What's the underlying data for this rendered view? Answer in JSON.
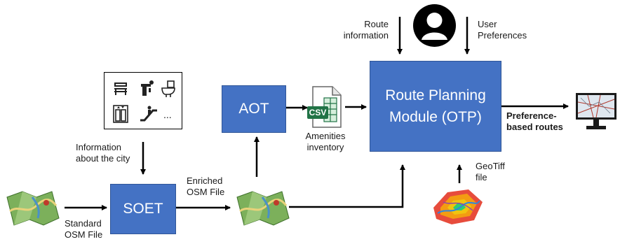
{
  "nodes": {
    "aot": "AOT",
    "soet": "SOET",
    "route_planning": "Route Planning\nModule (OTP)"
  },
  "labels": {
    "route_information": "Route\ninformation",
    "user_preferences": "User\nPreferences",
    "information_about_city": "Information\nabout the city",
    "enriched_osm": "Enriched\nOSM File",
    "standard_osm": "Standard\nOSM File",
    "amenities_inventory": "Amenities\ninventory",
    "geotiff": "GeoTiff\nfile",
    "preference_routes": "Preference-\nbased routes",
    "amenity_more": "...",
    "csv_tag": "CSV"
  },
  "icons": {
    "user": "user-avatar-icon",
    "amenities": [
      "bench-icon",
      "drinking-fountain-icon",
      "toilet-icon",
      "elevator-icon",
      "escalator-icon"
    ],
    "osm_map": "folded-map-icon",
    "csv_file": "csv-file-icon",
    "geotiff": "terrain-raster-icon",
    "monitor": "monitor-map-icon"
  },
  "colors": {
    "box_fill": "#4472c4",
    "box_border": "#2f5597",
    "arrow": "#000000",
    "csv_green": "#217346"
  }
}
